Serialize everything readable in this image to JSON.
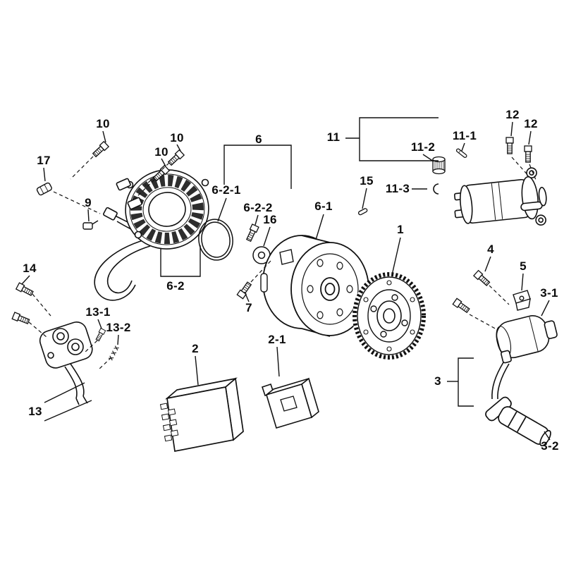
{
  "diagram": {
    "background": "#ffffff",
    "ink": "#111111",
    "callouts": [
      {
        "text": "10"
      },
      {
        "text": "10"
      },
      {
        "text": "10"
      },
      {
        "text": "17"
      },
      {
        "text": "9"
      },
      {
        "text": "6"
      },
      {
        "text": "6-2-1"
      },
      {
        "text": "6-2-2"
      },
      {
        "text": "16"
      },
      {
        "text": "6-1"
      },
      {
        "text": "11"
      },
      {
        "text": "11-2"
      },
      {
        "text": "11-1"
      },
      {
        "text": "15"
      },
      {
        "text": "11-3"
      },
      {
        "text": "12"
      },
      {
        "text": "12"
      },
      {
        "text": "1"
      },
      {
        "text": "4"
      },
      {
        "text": "5"
      },
      {
        "text": "3-1"
      },
      {
        "text": "14"
      },
      {
        "text": "13-1"
      },
      {
        "text": "13-2"
      },
      {
        "text": "6-2"
      },
      {
        "text": "7"
      },
      {
        "text": "2"
      },
      {
        "text": "2-1"
      },
      {
        "text": "13"
      },
      {
        "text": "3"
      },
      {
        "text": "3-2"
      }
    ]
  }
}
